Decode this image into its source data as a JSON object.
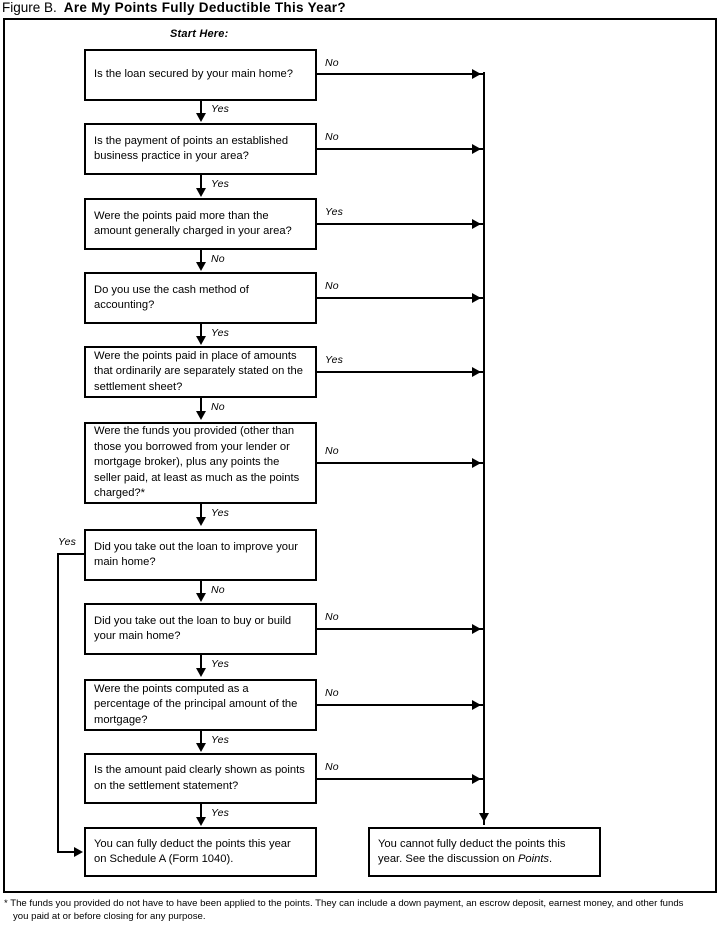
{
  "title": {
    "figure_label": "Figure B.",
    "question": "Are My Points Fully Deductible This Year?"
  },
  "start_label": "Start Here:",
  "nodes": [
    {
      "id": "q1",
      "text": "Is the loan secured by your main home?"
    },
    {
      "id": "q2",
      "text": "Is the payment of points an established business practice in your area?"
    },
    {
      "id": "q3",
      "text": "Were the points paid more than the amount generally charged in your area?"
    },
    {
      "id": "q4",
      "text": "Do you use the cash method of accounting?"
    },
    {
      "id": "q5",
      "text": "Were the points paid in place of amounts that ordinarily are separately stated on the settlement sheet?"
    },
    {
      "id": "q6",
      "text": "Were the funds you provided (other than those you borrowed from your lender or mortgage broker), plus any points the seller paid, at least as much as the points charged?*"
    },
    {
      "id": "q7",
      "text": "Did you take out the loan to improve your main home?"
    },
    {
      "id": "q8",
      "text": "Did you take out the loan to buy or build your main home?"
    },
    {
      "id": "q9",
      "text": "Were the points computed as a percentage of the principal amount of the mortgage?"
    },
    {
      "id": "q10",
      "text": "Is the amount paid clearly shown as points on the settlement statement?"
    }
  ],
  "results": {
    "yes_result_line1": "You can fully deduct the points this year",
    "yes_result_line2": "on Schedule A (Form 1040).",
    "no_result_line1": "You cannot fully deduct the points this",
    "no_result_line2_pre": "year. See the discussion on ",
    "no_result_line2_em": "Points",
    "no_result_line2_post": "."
  },
  "edge_labels": {
    "q1_down": "Yes",
    "q1_right": "No",
    "q2_down": "Yes",
    "q2_right": "No",
    "q3_down": "No",
    "q3_right": "Yes",
    "q4_down": "Yes",
    "q4_right": "No",
    "q5_down": "No",
    "q5_right": "Yes",
    "q6_down": "Yes",
    "q6_right": "No",
    "q7_down": "No",
    "q7_left": "Yes",
    "q8_down": "Yes",
    "q8_right": "No",
    "q9_down": "Yes",
    "q9_right": "No",
    "q10_down": "Yes",
    "q10_right": "No"
  },
  "footnote": {
    "line1": "* The funds you provided do not have to have been applied to the points. They can include a down payment, an escrow deposit, earnest money, and other funds",
    "line2": "you paid at or before closing for any purpose."
  }
}
